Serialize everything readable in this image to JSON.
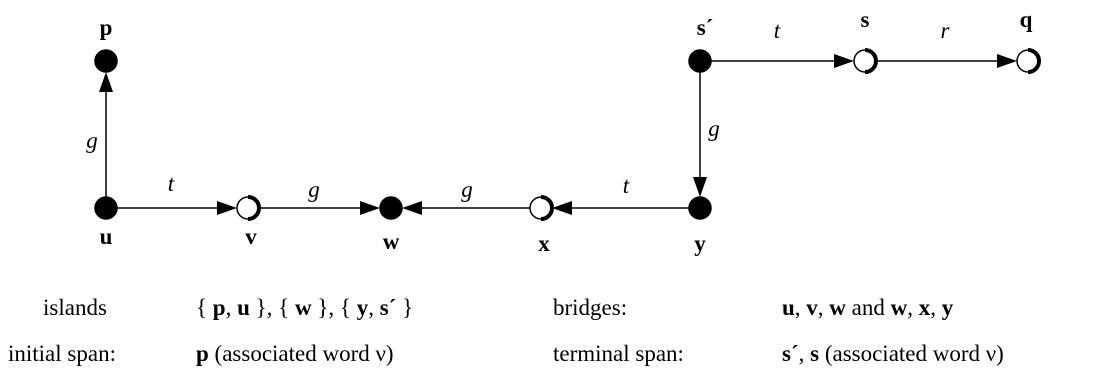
{
  "nodes": [
    {
      "id": "p",
      "label": "p",
      "style": "filled"
    },
    {
      "id": "u",
      "label": "u",
      "style": "filled"
    },
    {
      "id": "v",
      "label": "v",
      "style": "half-open"
    },
    {
      "id": "w",
      "label": "w",
      "style": "filled"
    },
    {
      "id": "x",
      "label": "x",
      "style": "half-open"
    },
    {
      "id": "y",
      "label": "y",
      "style": "filled"
    },
    {
      "id": "s_prime",
      "label": "s´",
      "style": "filled"
    },
    {
      "id": "s",
      "label": "s",
      "style": "half-open"
    },
    {
      "id": "q",
      "label": "q",
      "style": "half-open"
    }
  ],
  "edges": [
    {
      "from": "u",
      "to": "p",
      "label": "g"
    },
    {
      "from": "u",
      "to": "v",
      "label": "t"
    },
    {
      "from": "v",
      "to": "w",
      "label": "g"
    },
    {
      "from": "x",
      "to": "w",
      "label": "g"
    },
    {
      "from": "y",
      "to": "x",
      "label": "t"
    },
    {
      "from": "s_prime",
      "to": "y",
      "label": "g"
    },
    {
      "from": "s_prime",
      "to": "s",
      "label": "t"
    },
    {
      "from": "s",
      "to": "q",
      "label": "r"
    }
  ],
  "legend": {
    "islands_label": "islands",
    "islands_value": [
      {
        "t": "{ "
      },
      {
        "t": "p",
        "b": true
      },
      {
        "t": ", "
      },
      {
        "t": "u",
        "b": true
      },
      {
        "t": " }, { "
      },
      {
        "t": "w",
        "b": true
      },
      {
        "t": " }, { "
      },
      {
        "t": "y",
        "b": true
      },
      {
        "t": ", "
      },
      {
        "t": "s´",
        "b": true
      },
      {
        "t": " }"
      }
    ],
    "bridges_label": "bridges:",
    "bridges_value": [
      {
        "t": "u",
        "b": true
      },
      {
        "t": ", "
      },
      {
        "t": "v",
        "b": true
      },
      {
        "t": ", "
      },
      {
        "t": "w",
        "b": true
      },
      {
        "t": " and "
      },
      {
        "t": "w",
        "b": true
      },
      {
        "t": ", "
      },
      {
        "t": "x",
        "b": true
      },
      {
        "t": ", "
      },
      {
        "t": "y",
        "b": true
      }
    ],
    "initial_label": "initial span:",
    "initial_value": [
      {
        "t": "p",
        "b": true
      },
      {
        "t": " (associated word ν)"
      }
    ],
    "terminal_label": "terminal span:",
    "terminal_value": [
      {
        "t": "s´",
        "b": true
      },
      {
        "t": ", "
      },
      {
        "t": "s",
        "b": true
      },
      {
        "t": " (associated word ν)"
      }
    ]
  }
}
